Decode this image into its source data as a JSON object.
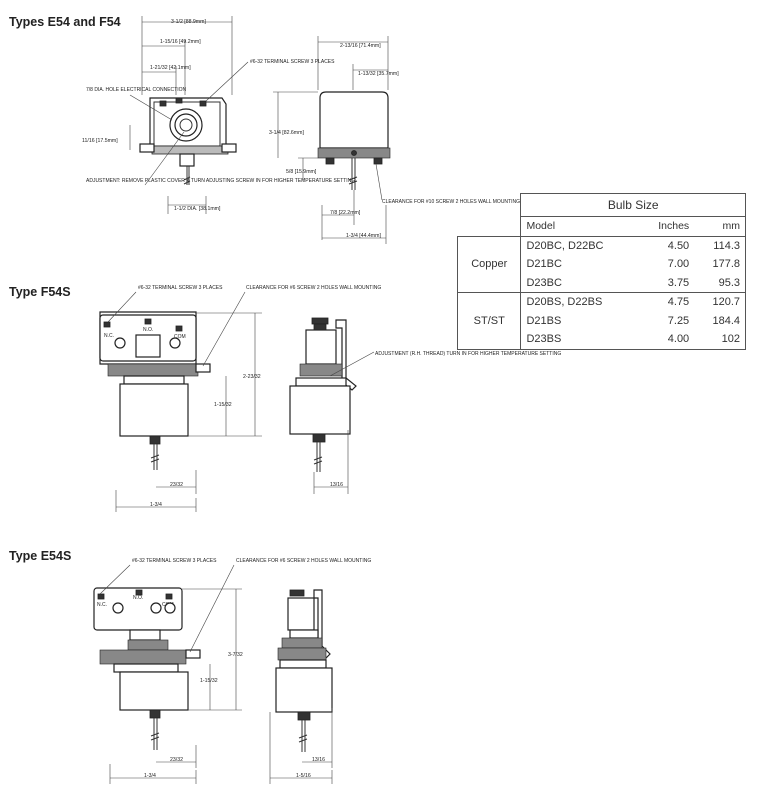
{
  "sections": [
    {
      "title": "Types E54 and F54"
    },
    {
      "title": "Type F54S"
    },
    {
      "title": "Type E54S"
    }
  ],
  "drawing1": {
    "dims": {
      "overall_width": "3-1/2 [88.9mm]",
      "width_a": "1-15/16 [49.2mm]",
      "width_b": "1-21/32 [42.1mm]",
      "side_width": "2-13/16 [71.4mm]",
      "side_offset": "1-13/32 [35.7mm]",
      "height": "3-1/4 [82.6mm]",
      "hole_height": "11/16 [17.5mm]",
      "base_offset": "5/8 [15.9mm]",
      "dia": "1-1/2 DIA. [38.1mm]",
      "bottom_a": "7/8 [22.2mm]",
      "bottom_b": "1-3/4 [44.4mm]"
    },
    "notes": {
      "terminal": "#6-32 TERMINAL SCREW 3 PLACES",
      "hole": "7/8 DIA. HOLE ELECTRICAL CONNECTION",
      "adjustment": "ADJUSTMENT: REMOVE PLASTIC COVER & TURN ADJUSTING SCREW IN FOR HIGHER TEMPERATURE SETTING",
      "clearance": "CLEARANCE FOR #10 SCREW 2 HOLES WALL MOUNTING"
    }
  },
  "drawing2": {
    "dims": {
      "height": "2-23/32",
      "mid": "1-15/32",
      "bottom_a": "23/32",
      "bottom_b": "1-3/4",
      "side": "13/16"
    },
    "notes": {
      "terminal": "#6-32 TERMINAL SCREW 3 PLACES",
      "clearance": "CLEARANCE FOR #6 SCREW 2 HOLES WALL MOUNTING",
      "adjustment": "ADJUSTMENT (R.H. THREAD) TURN IN FOR HIGHER TEMPERATURE SETTING"
    },
    "terminals": [
      "N.C.",
      "N.O.",
      "COM"
    ]
  },
  "drawing3": {
    "dims": {
      "height": "3-7/32",
      "mid": "1-15/32",
      "bottom_a": "23/32",
      "bottom_b": "1-3/4",
      "side": "13/16",
      "side_b": "1-5/16"
    },
    "notes": {
      "terminal": "#6-32 TERMINAL SCREW 3 PLACES",
      "clearance": "CLEARANCE FOR #6 SCREW 2 HOLES WALL MOUNTING"
    },
    "terminals": [
      "N.C.",
      "N.O.",
      "COM"
    ]
  },
  "bulb_table": {
    "caption": "Bulb Size",
    "headers": [
      "Model",
      "Inches",
      "mm"
    ],
    "groups": [
      {
        "material": "Copper",
        "rows": [
          {
            "model": "D20BC, D22BC",
            "inches": "4.50",
            "mm": "114.3"
          },
          {
            "model": "D21BC",
            "inches": "7.00",
            "mm": "177.8"
          },
          {
            "model": "D23BC",
            "inches": "3.75",
            "mm": "95.3"
          }
        ]
      },
      {
        "material": "ST/ST",
        "rows": [
          {
            "model": "D20BS, D22BS",
            "inches": "4.75",
            "mm": "120.7"
          },
          {
            "model": "D21BS",
            "inches": "7.25",
            "mm": "184.4"
          },
          {
            "model": "D23BS",
            "inches": "4.00",
            "mm": "102"
          }
        ]
      }
    ]
  }
}
